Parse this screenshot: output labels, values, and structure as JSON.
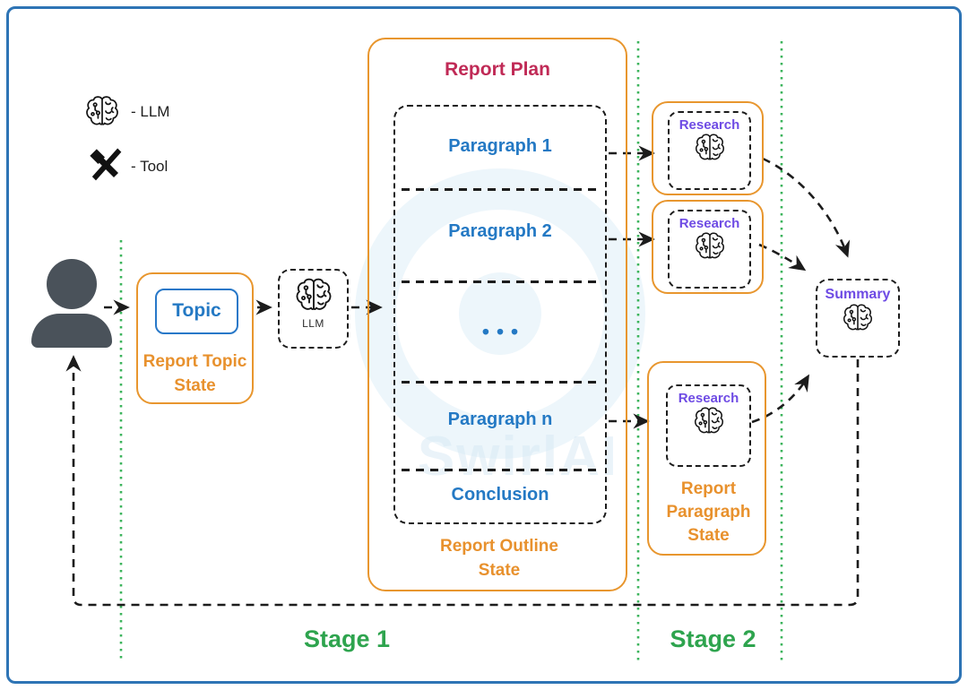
{
  "colors": {
    "frame_blue": "#2E74B5",
    "orange": "#E8962E",
    "blue_text": "#2479C4",
    "crimson": "#C02A56",
    "purple": "#6E4BE4",
    "green": "#2EA44E",
    "line_dark": "#1C1C1C",
    "person_gray": "#4A525A"
  },
  "legend": {
    "llm_label": "- LLM",
    "tool_label": "- Tool"
  },
  "stage1": {
    "label": "Stage 1",
    "report_topic_state": {
      "topic_label": "Topic",
      "state_label": "Report Topic State"
    },
    "llm_node": {
      "label": "LLM"
    },
    "report_plan": {
      "title": "Report Plan",
      "sections": [
        "Paragraph 1",
        "Paragraph 2",
        "•••",
        "Paragraph n",
        "Conclusion"
      ],
      "state_label": "Report Outline State"
    }
  },
  "stage2": {
    "label": "Stage 2",
    "research_nodes": [
      {
        "label": "Research"
      },
      {
        "label": "Research"
      },
      {
        "label": "Research"
      }
    ],
    "report_paragraph_state_label": "Report Paragraph State"
  },
  "summary_node": {
    "label": "Summary"
  },
  "watermark": "SwirlAI"
}
